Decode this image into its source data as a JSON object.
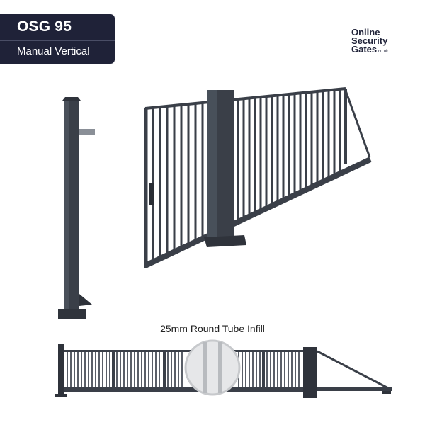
{
  "badge": {
    "title": "OSG 95",
    "subtitle": "Manual Vertical"
  },
  "logo": {
    "line1": "Online",
    "line2": "Security",
    "line3": "Gates",
    "suffix": ".co.uk"
  },
  "caption": "25mm Round Tube Infill",
  "colors": {
    "badge_bg": "#1f2238",
    "gate_metal": "#3a3f48",
    "background": "#ffffff"
  },
  "images": [
    {
      "name": "post-receiver",
      "description": "Single square post with receiver bracket"
    },
    {
      "name": "gate-perspective",
      "description": "Cantilever sliding gate with guide post, perspective view"
    },
    {
      "name": "gate-elevation",
      "description": "Gate front elevation with magnified round tube infill"
    }
  ]
}
